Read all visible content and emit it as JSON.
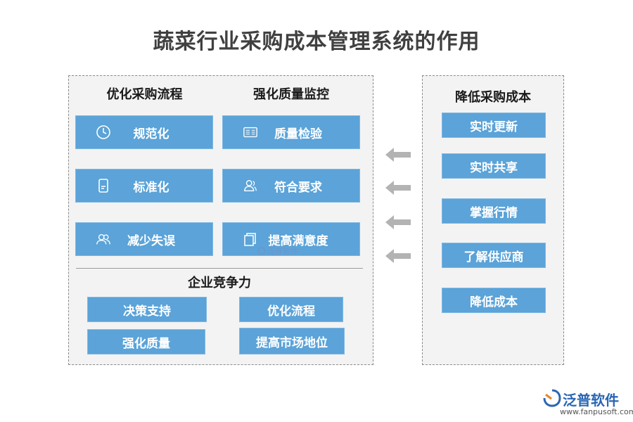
{
  "title": "蔬菜行业采购成本管理系统的作用",
  "left_panel": {
    "col1_heading": "优化采购流程",
    "col2_heading": "强化质量监控",
    "col1_items": [
      {
        "label": "规范化",
        "icon": "clock-icon"
      },
      {
        "label": "标准化",
        "icon": "document-icon"
      },
      {
        "label": "减少失误",
        "icon": "users-icon"
      }
    ],
    "col2_items": [
      {
        "label": "质量检验",
        "icon": "id-card-icon"
      },
      {
        "label": "符合要求",
        "icon": "user-icon"
      },
      {
        "label": "提高满意度",
        "icon": "pages-icon"
      }
    ],
    "bottom_heading": "企业竞争力",
    "bottom_items": [
      "决策支持",
      "优化流程",
      "强化质量",
      "提高市场地位"
    ]
  },
  "right_panel": {
    "heading": "降低采购成本",
    "items": [
      "实时更新",
      "实时共享",
      "掌握行情",
      "了解供应商",
      "降低成本"
    ]
  },
  "arrow_count": 4,
  "watermark": "泛普软件",
  "logo": {
    "brand": "泛普软件",
    "url": "www.fanpusoft.com"
  },
  "colors": {
    "box": "#5ba3d8",
    "arrow": "#b3b3b3",
    "brand": "#2a66b3"
  }
}
